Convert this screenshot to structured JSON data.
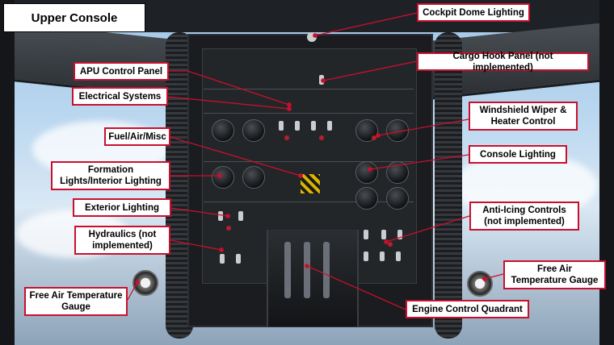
{
  "title": "Upper Console",
  "callouts": {
    "cockpit_dome_lighting": "Cockpit Dome Lighting",
    "apu_control_panel": "APU Control Panel",
    "cargo_hook_panel": "Cargo Hook Panel (not implemented)",
    "electrical_systems": "Electrical Systems",
    "windshield_wiper": "Windshield Wiper & Heater Control",
    "fuel_air_misc": "Fuel/Air/Misc",
    "console_lighting": "Console Lighting",
    "formation_lights": "Formation Lights/Interior Lighting",
    "exterior_lighting": "Exterior Lighting",
    "anti_icing": "Anti-Icing Controls (not implemented)",
    "hydraulics": "Hydraulics (not implemented)",
    "fat_gauge_right": "Free Air Temperature Gauge",
    "fat_gauge_left": "Free Air Temperature Gauge",
    "engine_control_quadrant": "Engine Control Quadrant"
  },
  "colors": {
    "callout_border": "#c8102e",
    "leader": "#c8102e",
    "label_bg": "#ffffff"
  }
}
